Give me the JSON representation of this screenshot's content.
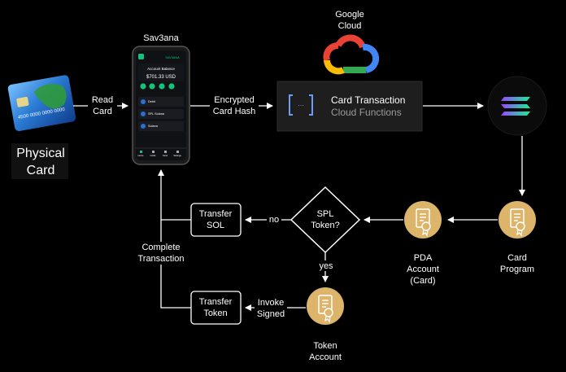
{
  "physical_card": {
    "title_line1": "Physical",
    "title_line2": "Card"
  },
  "edges": {
    "read_card_1": "Read",
    "read_card_2": "Card",
    "encrypted_1": "Encrypted",
    "encrypted_2": "Card Hash",
    "no": "no",
    "yes": "yes",
    "complete_1": "Complete",
    "complete_2": "Transaction",
    "invoke_1": "Invoke",
    "invoke_2": "Signed"
  },
  "phone": {
    "app_title": "Sav3ana",
    "header_brand": "SAV3ANA",
    "balance_label": "Account Balance",
    "balance_value": "$701.33 USD",
    "list_rows": [
      "Debit",
      "SPL Solana",
      "Solana"
    ],
    "nav_items": [
      "Home",
      "Cards",
      "Send",
      "Settings"
    ]
  },
  "google_cloud": {
    "label_line1": "Google",
    "label_line2": "Cloud"
  },
  "cloud_function": {
    "title": "Card Transaction",
    "subtitle": "Cloud Functions",
    "icon_glyph": "{···}"
  },
  "nodes": {
    "card_program_1": "Card",
    "card_program_2": "Program",
    "pda_1": "PDA",
    "pda_2": "Account",
    "pda_3": "(Card)",
    "spl_1": "SPL",
    "spl_2": "Token?",
    "transfer_sol_1": "Transfer",
    "transfer_sol_2": "SOL",
    "transfer_token_1": "Transfer",
    "transfer_token_2": "Token",
    "token_account_1": "Token",
    "token_account_2": "Account"
  },
  "colors": {
    "background": "#000000",
    "edge": "#ffffff",
    "program_circle": "#ddb56a",
    "solana_purple": "#9945ff",
    "solana_green": "#14f195",
    "card_box_bg": "#1e1e1e"
  },
  "icons": [
    "credit-card-image",
    "smartphone-app",
    "google-cloud-logo",
    "cloud-functions-icon",
    "solana-logo",
    "certificate-icon"
  ]
}
